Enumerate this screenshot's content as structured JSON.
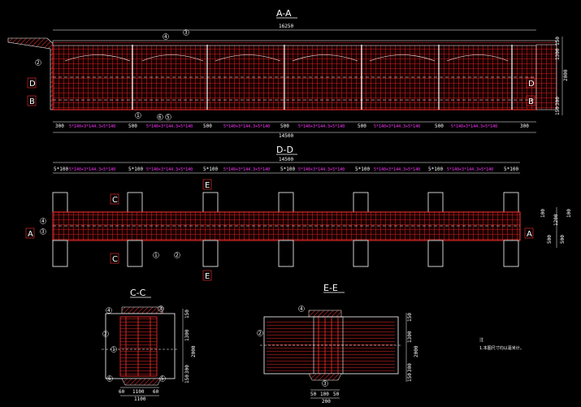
{
  "colors": {
    "background": "#000000",
    "rebar": "#ff2020",
    "hatch": "#ff3030",
    "outline": "#ffffff",
    "dim": "#ffffff",
    "spacing_text": "#ff33ff",
    "dash_line": "#ffffff"
  },
  "section_aa": {
    "title": "A-A",
    "total_top": "16250",
    "total_bottom": "14500",
    "left_labels": [
      "D",
      "B"
    ],
    "right_labels": [
      "D",
      "B"
    ],
    "bar_marks": [
      "4",
      "3",
      "2",
      "1",
      "6",
      "5"
    ],
    "seg_dims": [
      "300",
      "500",
      "500",
      "500",
      "500",
      "500",
      "300"
    ],
    "spacing_text": "5*140+3*144.3+5*140",
    "right_dims": [
      "150",
      "1300",
      "2000",
      "300",
      "150"
    ]
  },
  "section_dd": {
    "title": "D-D",
    "subtitle": "",
    "total": "14500",
    "top_dims": [
      "5*100",
      "5*100",
      "5*100",
      "5*100",
      "5*100",
      "5*100",
      "5*100"
    ],
    "spacing_text": "5*140+3*144.3+5*140",
    "labels_c": [
      "C",
      "C"
    ],
    "labels_e": [
      "E",
      "E"
    ],
    "labels_a": [
      "A",
      "A"
    ],
    "right_dims": [
      "100",
      "500",
      "1200",
      "500",
      "100"
    ],
    "bar_marks": [
      "4",
      "3",
      "1",
      "2"
    ]
  },
  "section_cc": {
    "title": "C-C",
    "bottom_dims": [
      "60",
      "1100",
      "60"
    ],
    "bottom_total": "1100",
    "right_dims": [
      "150",
      "1300",
      "2000",
      "300",
      "150"
    ],
    "bar_marks": [
      "4",
      "3",
      "2",
      "1",
      "6",
      "5"
    ]
  },
  "section_ee": {
    "title": "E-E",
    "bottom_dims": [
      "50",
      "100",
      "50"
    ],
    "bottom_total": "200",
    "right_dims": [
      "150",
      "1300",
      "2000",
      "300",
      "150"
    ],
    "bar_marks": [
      "4",
      "2",
      "3"
    ]
  },
  "note": {
    "heading": "注",
    "line1": "1.本图尺寸均以毫米计。"
  }
}
